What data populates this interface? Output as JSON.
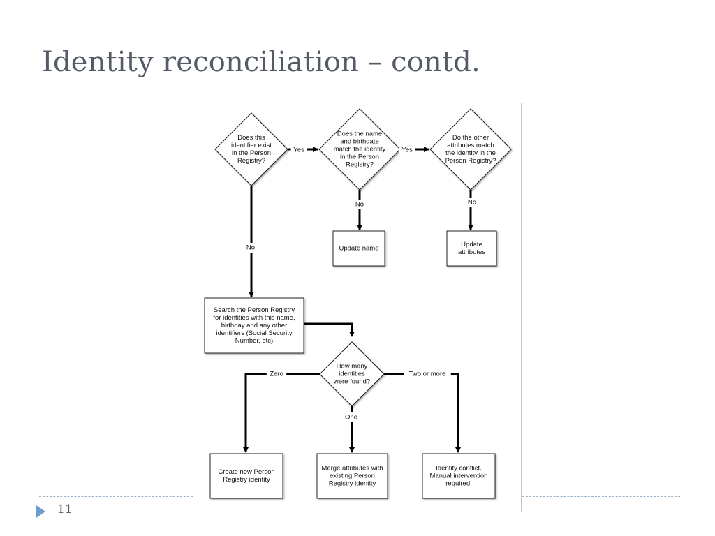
{
  "slide": {
    "title": "Identity reconciliation – contd.",
    "page_number": "11"
  },
  "flowchart": {
    "nodes": {
      "exists": {
        "shape": "diamond",
        "lines": [
          "Does this",
          "identifier exist",
          "in the Person",
          "Registry?"
        ]
      },
      "name_match": {
        "shape": "diamond",
        "lines": [
          "Does the name",
          "and birthdate",
          "match the identity",
          "in the Person",
          "Registry?"
        ]
      },
      "attr_match": {
        "shape": "diamond",
        "lines": [
          "Do the other",
          "attributes match",
          "the identity in the",
          "Person Registry?"
        ]
      },
      "update_name": {
        "shape": "box",
        "lines": [
          "Update name"
        ]
      },
      "update_attrs": {
        "shape": "box",
        "lines": [
          "Update",
          "attributes"
        ]
      },
      "search": {
        "shape": "box",
        "lines": [
          "Search the Person Registry",
          "for identities with this name,",
          "birthday and any other",
          "identifiers (Social Security",
          "Number, etc)"
        ]
      },
      "how_many": {
        "shape": "diamond",
        "lines": [
          "How many",
          "identities",
          "were found?"
        ]
      },
      "create_new": {
        "shape": "box",
        "lines": [
          "Create new Person",
          "Registry identity"
        ]
      },
      "merge": {
        "shape": "box",
        "lines": [
          "Merge attributes with",
          "existing Person",
          "Registry identity"
        ]
      },
      "conflict": {
        "shape": "box",
        "lines": [
          "Identity conflict.",
          "Manual intervention",
          "required."
        ]
      }
    },
    "edges": {
      "exists_yes": {
        "from": "exists",
        "to": "name_match",
        "label": "Yes"
      },
      "name_yes": {
        "from": "name_match",
        "to": "attr_match",
        "label": "Yes"
      },
      "name_no": {
        "from": "name_match",
        "to": "update_name",
        "label": "No"
      },
      "attr_no": {
        "from": "attr_match",
        "to": "update_attrs",
        "label": "No"
      },
      "exists_no": {
        "from": "exists",
        "to": "search",
        "label": "No"
      },
      "search_next": {
        "from": "search",
        "to": "how_many",
        "label": ""
      },
      "zero": {
        "from": "how_many",
        "to": "create_new",
        "label": "Zero"
      },
      "one": {
        "from": "how_many",
        "to": "merge",
        "label": "One"
      },
      "two_more": {
        "from": "how_many",
        "to": "conflict",
        "label": "Two or more"
      }
    }
  }
}
